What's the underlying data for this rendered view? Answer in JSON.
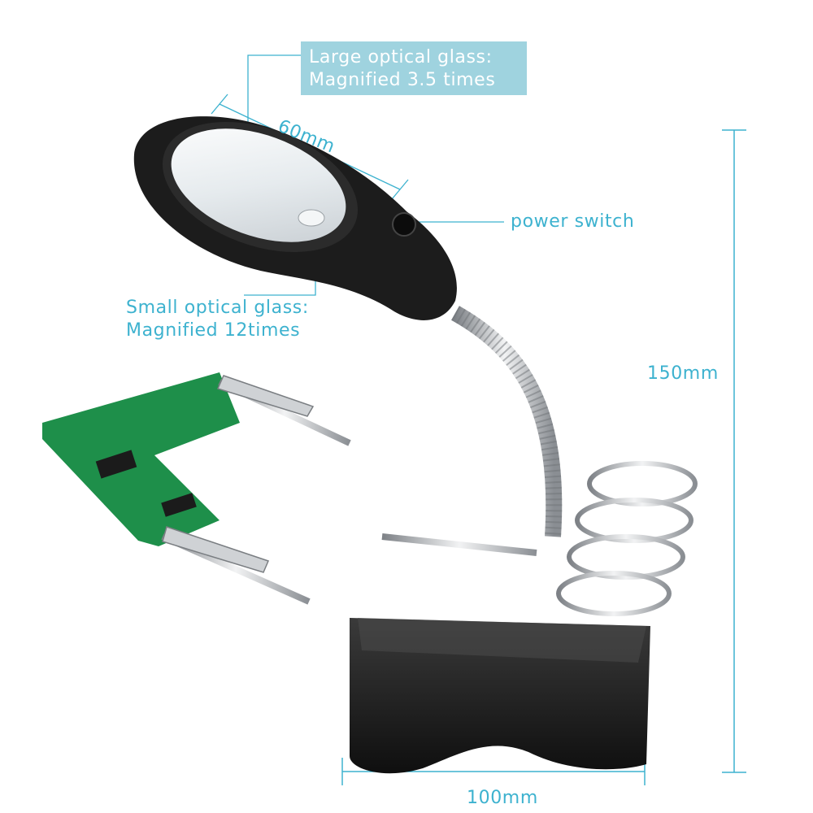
{
  "callouts": {
    "large_glass": {
      "line1": "Large optical glass:",
      "line2": "Magnified 3.5 times"
    },
    "small_glass": {
      "line1": "Small optical glass:",
      "line2": "Magnified 12times"
    },
    "power_switch": "power switch"
  },
  "dimensions": {
    "lens_diameter": "60mm",
    "height": "150mm",
    "base_width": "100mm"
  },
  "colors": {
    "accent": "#3db2cf",
    "callout_fill": "#9fd3df",
    "pcb_green": "#1e8f4a",
    "body_black": "#1c1c1c",
    "chrome": "#c7c9cc"
  }
}
